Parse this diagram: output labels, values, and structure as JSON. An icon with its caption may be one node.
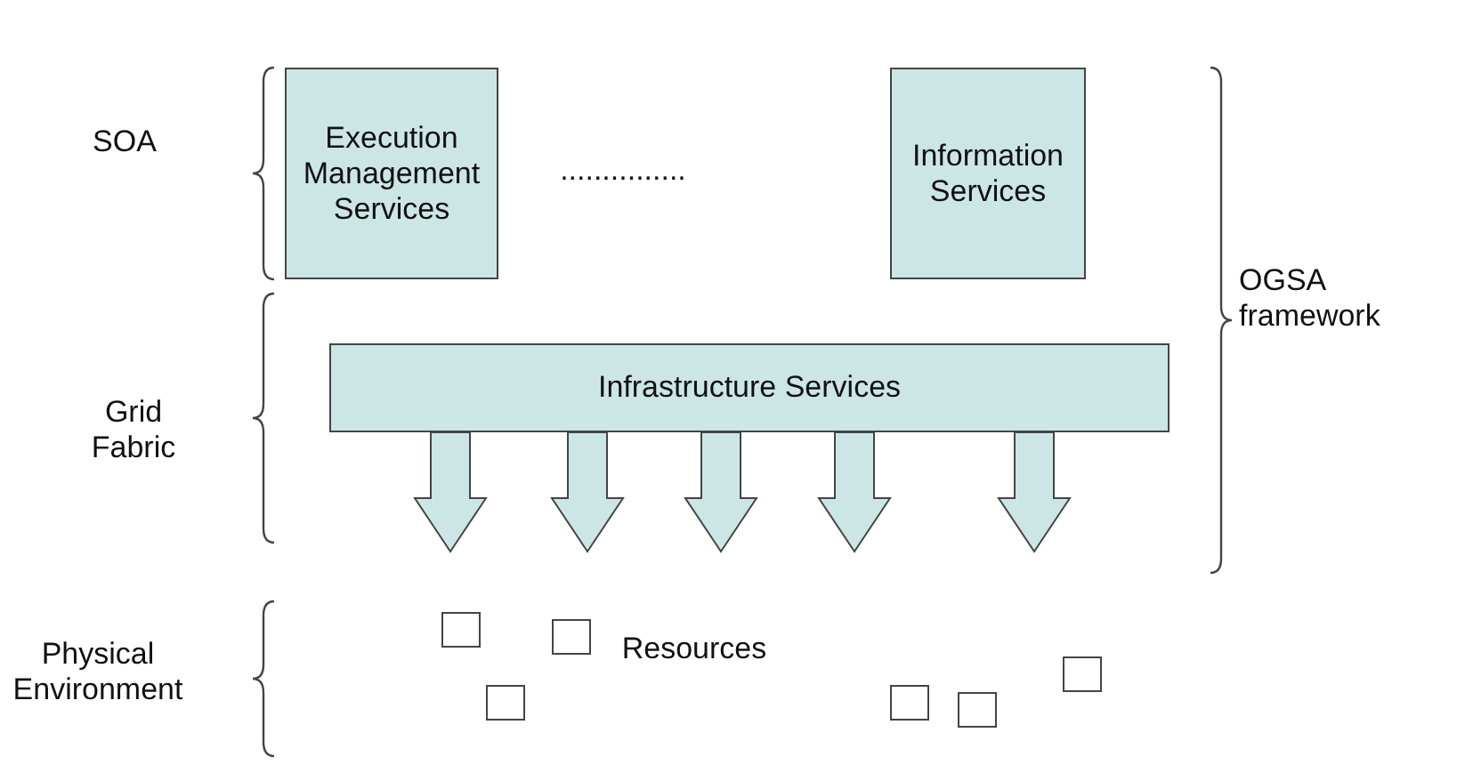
{
  "diagram": {
    "nodes": [
      {
        "text": [
          "Execution Management Services"
        ]
      },
      {
        "text": [
          "Information Services"
        ]
      },
      {
        "text": [
          "Infrastructure Services"
        ]
      },
      {
        "text": [],
        "shape": "box"
      },
      {
        "text": [],
        "shape": "box"
      },
      {
        "text": [],
        "shape": "box"
      },
      {
        "text": [],
        "shape": "box"
      },
      {
        "text": [],
        "shape": "box"
      },
      {
        "text": [],
        "shape": "box"
      }
    ],
    "edges": [
      {
        "from": 2,
        "to": null,
        "arrow": "to",
        "style": "thick"
      },
      {
        "from": 2,
        "to": null,
        "arrow": "to",
        "style": "thick"
      },
      {
        "from": 2,
        "to": null,
        "arrow": "to",
        "style": "thick"
      },
      {
        "from": 2,
        "to": null,
        "arrow": "to",
        "style": "thick"
      },
      {
        "from": 2,
        "to": null,
        "arrow": "to",
        "style": "thick"
      }
    ],
    "labels": [
      "SOA",
      "...............",
      "OGSA framework",
      "Grid Fabric",
      "Resources",
      "Physical Environment"
    ]
  }
}
